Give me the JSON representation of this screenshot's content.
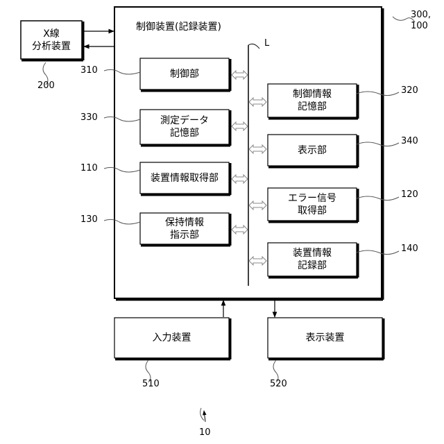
{
  "figure_number": "10",
  "control_device": {
    "ref": "300,\n100",
    "title": "制御装置(記録装置)",
    "bus_label": "L"
  },
  "external": {
    "xray": {
      "ref": "200",
      "label": "X線\n分析装置"
    },
    "input": {
      "ref": "510",
      "label": "入力装置"
    },
    "display": {
      "ref": "520",
      "label": "表示装置"
    }
  },
  "left_units": [
    {
      "ref": "310",
      "label": "制御部"
    },
    {
      "ref": "330",
      "label": "測定データ\n記憶部"
    },
    {
      "ref": "110",
      "label": "装置情報取得部"
    },
    {
      "ref": "130",
      "label": "保持情報\n指示部"
    }
  ],
  "right_units": [
    {
      "ref": "320",
      "label": "制御情報\n記憶部"
    },
    {
      "ref": "340",
      "label": "表示部"
    },
    {
      "ref": "120",
      "label": "エラー信号\n取得部"
    },
    {
      "ref": "140",
      "label": "装置情報\n記録部"
    }
  ]
}
